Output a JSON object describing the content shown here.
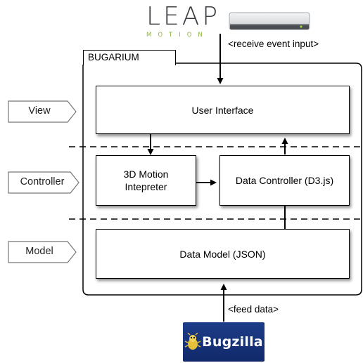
{
  "leap_logo": {
    "word": "LEAP",
    "subword": "MOTION",
    "icon": "leap-motion-controller-device"
  },
  "captions": {
    "receive_event_input": "<receive event input>",
    "feed_data": "<feed data>"
  },
  "container": {
    "title": "BUGARIUM"
  },
  "layers": [
    {
      "label": "View"
    },
    {
      "label": "Controller"
    },
    {
      "label": "Model"
    }
  ],
  "boxes": {
    "user_interface": "User Interface",
    "motion_interpreter_line1": "3D Motion",
    "motion_interpreter_line2": "Intepreter",
    "data_controller": "Data Controller (D3.js)",
    "data_model": "Data Model (JSON)"
  },
  "bugzilla_logo": {
    "text": "Bugzilla",
    "icon": "bugzilla-ant-icon"
  },
  "colors": {
    "leap_text": "#3b3f43",
    "leap_accent": "#8fb43c",
    "bugzilla_blue": "#1d3c88",
    "line": "#000000"
  }
}
